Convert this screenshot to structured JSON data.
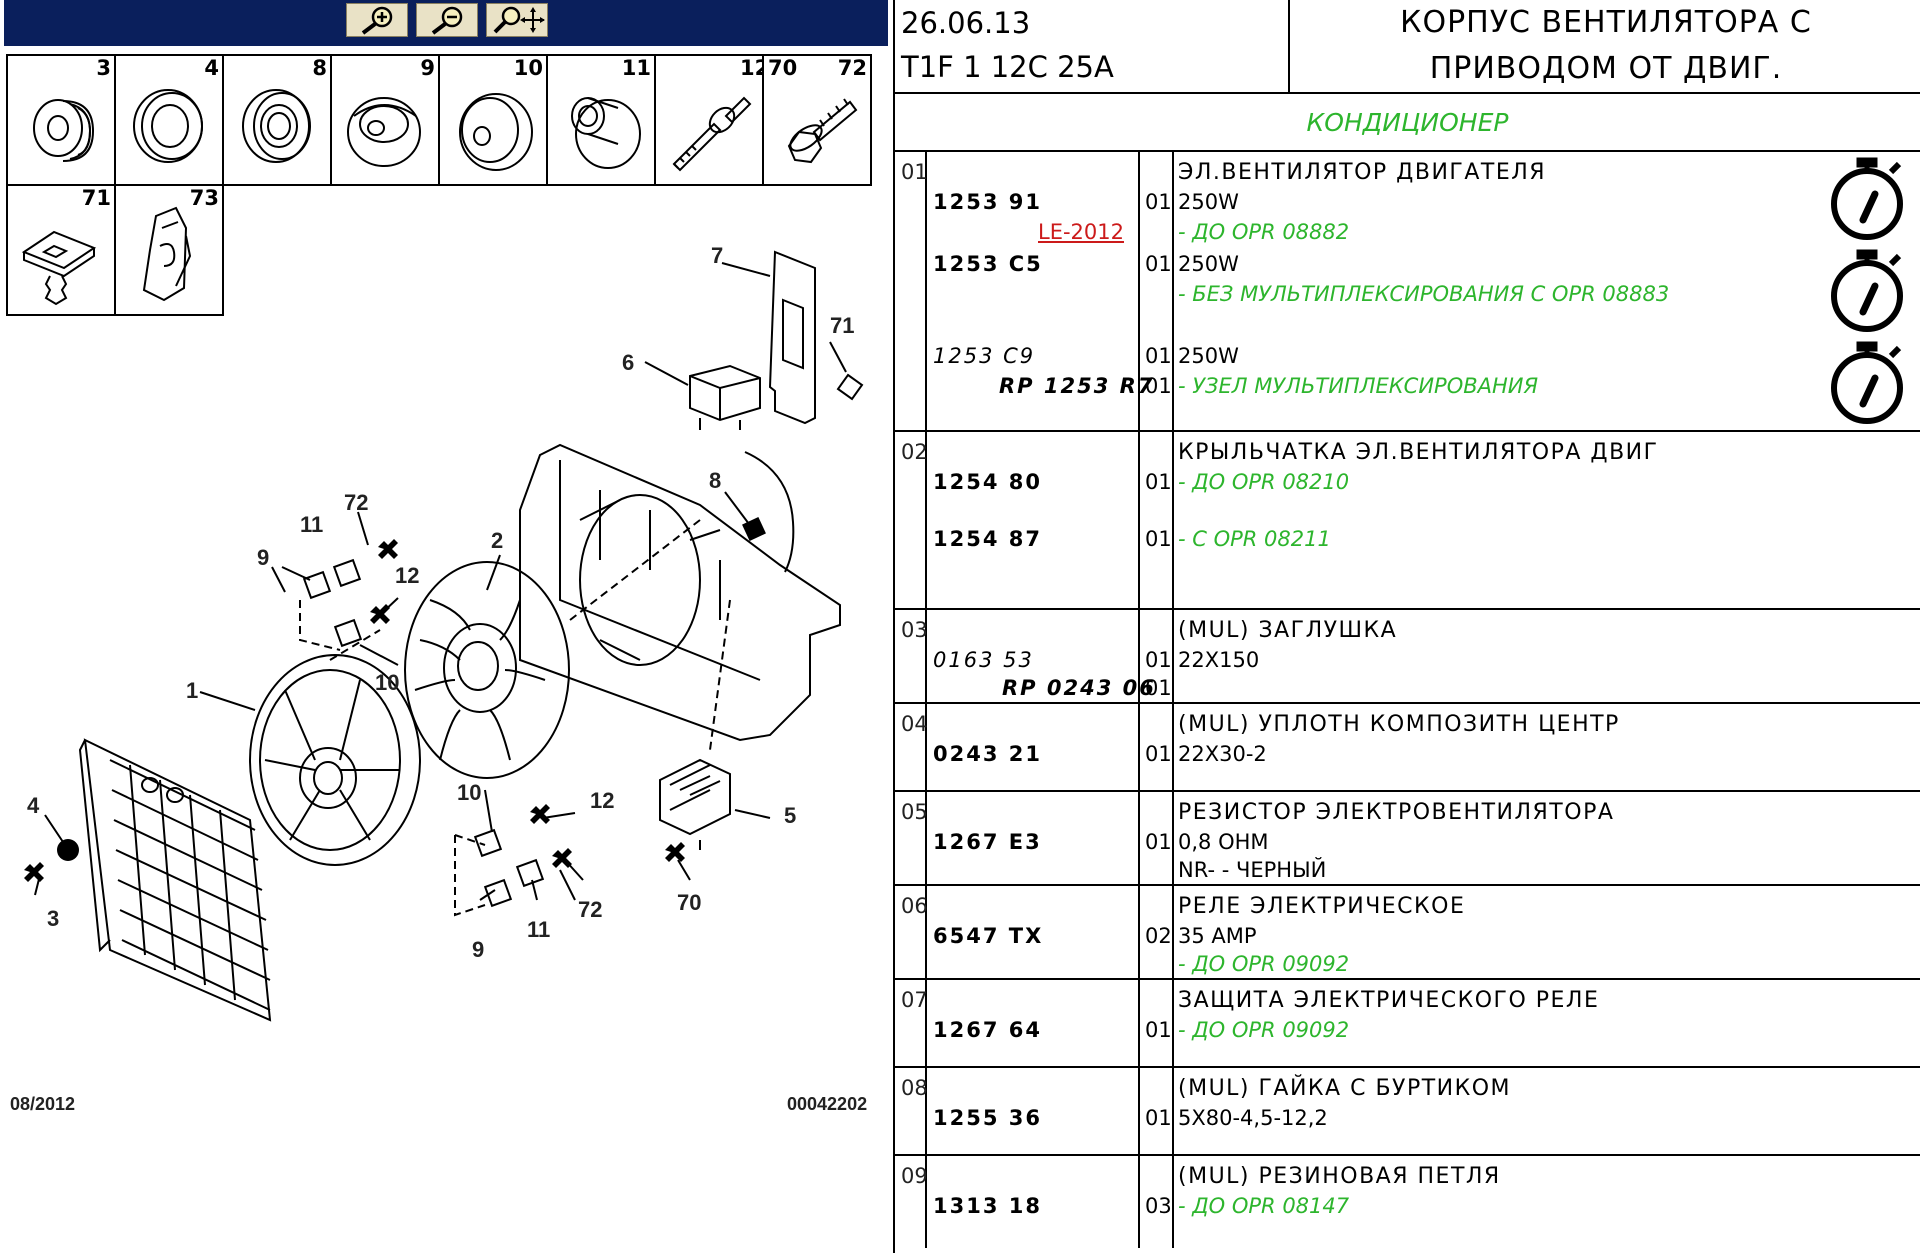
{
  "toolbar": {
    "buttons": [
      {
        "name": "zoom-in"
      },
      {
        "name": "zoom-out"
      },
      {
        "name": "zoom-pan"
      }
    ]
  },
  "thumbnails": [
    "3",
    "4",
    "8",
    "9",
    "10",
    "11",
    "12",
    "70",
    "72",
    "71",
    "73"
  ],
  "diagram": {
    "date": "08/2012",
    "drawing_no": "00042202",
    "callouts": [
      "7",
      "6",
      "71",
      "8",
      "2",
      "72",
      "11",
      "9",
      "12",
      "1",
      "10",
      "4",
      "3",
      "5",
      "10",
      "12",
      "9",
      "11",
      "72",
      "70"
    ]
  },
  "header": {
    "date": "26.06.13",
    "code": "T1F 1 12C 25A",
    "title_line1": "КОРПУС ВЕНТИЛЯТОРА С",
    "title_line2": "ПРИВОДОМ ОТ ДВИГ."
  },
  "section": "КОНДИЦИОНЕР",
  "rows": [
    {
      "pos": "01",
      "desc": "ЭЛ.ВЕНТИЛЯТОР ДВИГАТЕЛЯ",
      "items": [
        {
          "ref": "1253 91",
          "qty": "01",
          "value": "250W",
          "link": "LE-2012",
          "note": "- ДО OPR 08882"
        },
        {
          "ref": "1253 C5",
          "qty": "01",
          "value": "250W",
          "note": "- БЕЗ МУЛЬТИПЛЕКСИРОВАНИЯ С OPR 08883"
        },
        {
          "ref": "1253 C9",
          "qty": "01",
          "value": "250W",
          "rp": "RP 1253 R7",
          "rp_qty": "01",
          "note": "- УЗЕЛ МУЛЬТИПЛЕКСИРОВАНИЯ"
        }
      ]
    },
    {
      "pos": "02",
      "desc": "КРЫЛЬЧАТКА ЭЛ.ВЕНТИЛЯТОРА ДВИГ",
      "items": [
        {
          "ref": "1254 80",
          "qty": "01",
          "note": "- ДО OPR 08210"
        },
        {
          "ref": "1254 87",
          "qty": "01",
          "note": "- С OPR 08211"
        }
      ]
    },
    {
      "pos": "03",
      "desc": "(MUL) ЗАГЛУШКА",
      "ref": "0163 53",
      "qty": "01",
      "value": "22X150",
      "rp": "RP 0243 06",
      "rp_qty": "01"
    },
    {
      "pos": "04",
      "desc": "(MUL) УПЛОТН КОМПОЗИТН ЦЕНТР",
      "ref": "0243 21",
      "qty": "01",
      "value": "22X30-2"
    },
    {
      "pos": "05",
      "desc": "РЕЗИСТОР ЭЛЕКТРОВЕНТИЛЯТОРА",
      "ref": "1267 E3",
      "qty": "01",
      "value": "0,8 OHM",
      "value2": "NR- - ЧЕРНЫЙ"
    },
    {
      "pos": "06",
      "desc": "РЕЛЕ ЭЛЕКТРИЧЕСКОЕ",
      "ref": "6547 TX",
      "qty": "02",
      "value": "35 AMP",
      "note": "- ДО OPR 09092"
    },
    {
      "pos": "07",
      "desc": "ЗАЩИТА ЭЛЕКТРИЧЕСКОГО РЕЛЕ",
      "ref": "1267 64",
      "qty": "01",
      "note": "- ДО OPR 09092"
    },
    {
      "pos": "08",
      "desc": "(MUL) ГАЙКА С БУРТИКОМ",
      "ref": "1255 36",
      "qty": "01",
      "value": "5X80-4,5-12,2"
    },
    {
      "pos": "09",
      "desc": "(MUL) РЕЗИНОВАЯ ПЕТЛЯ",
      "ref": "1313 18",
      "qty": "03",
      "note": "- ДО OPR 08147"
    }
  ],
  "colors": {
    "toolbar": "#0a1f5c",
    "note": "#2db52d",
    "link": "#cc1a1a"
  }
}
